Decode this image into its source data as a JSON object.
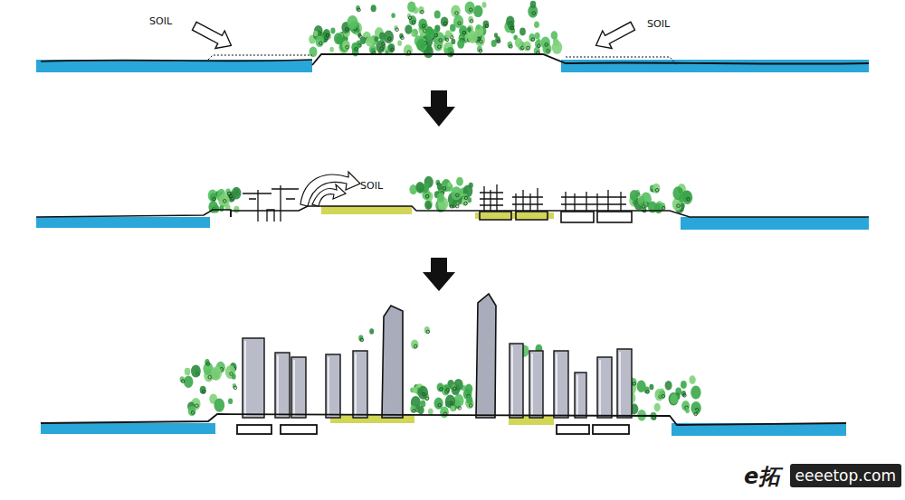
{
  "diagram": {
    "labels": [
      "SOIL",
      "SOIL",
      "SOIL",
      "e拓",
      "eeeetop.com"
    ]
  }
}
